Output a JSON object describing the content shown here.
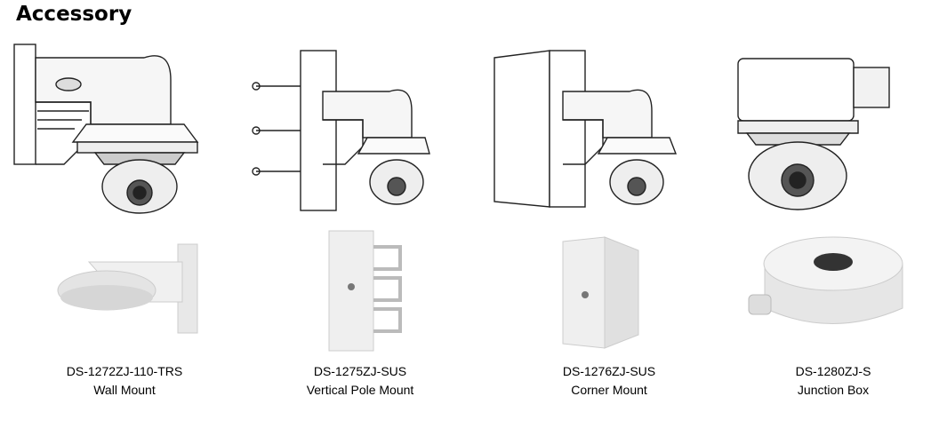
{
  "section_title": "Accessory",
  "products": [
    {
      "model": "DS-1272ZJ-110-TRS",
      "name": "Wall Mount",
      "drawing_icon": "wall-mount-drawing",
      "photo_icon": "wall-mount-photo"
    },
    {
      "model": "DS-1275ZJ-SUS",
      "name": "Vertical Pole Mount",
      "drawing_icon": "pole-mount-drawing",
      "photo_icon": "pole-mount-photo"
    },
    {
      "model": "DS-1276ZJ-SUS",
      "name": "Corner Mount",
      "drawing_icon": "corner-mount-drawing",
      "photo_icon": "corner-mount-photo"
    },
    {
      "model": "DS-1280ZJ-S",
      "name": "Junction Box",
      "drawing_icon": "junction-box-drawing",
      "photo_icon": "junction-box-photo"
    }
  ]
}
